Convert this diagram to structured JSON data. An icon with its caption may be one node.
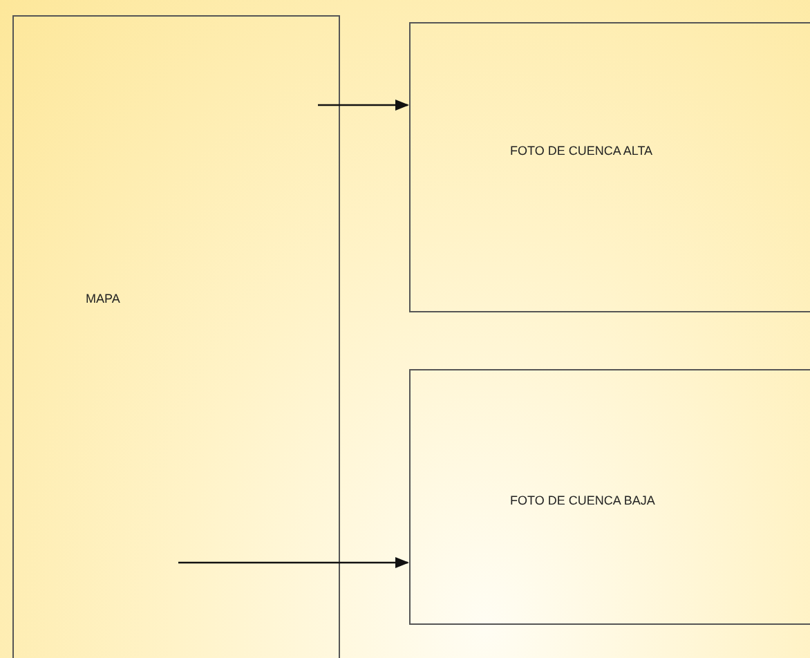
{
  "diagram": {
    "nodes": [
      {
        "text": [
          "MAPA"
        ]
      },
      {
        "text": [
          "FOTO DE CUENCA ALTA"
        ]
      },
      {
        "text": [
          "FOTO DE CUENCA BAJA"
        ]
      }
    ],
    "edges": [
      {
        "from": 0,
        "to": 1,
        "arrow": "to"
      },
      {
        "from": 0,
        "to": 2,
        "arrow": "to"
      }
    ]
  }
}
